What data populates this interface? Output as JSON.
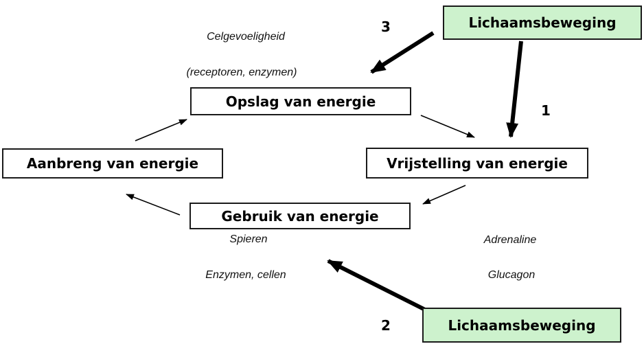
{
  "figure": {
    "colors": {
      "highlight_fill": "#cdf2cd",
      "box_fill": "#ffffff",
      "box_border": "#1a1a1a",
      "arrow": "#000000"
    },
    "boxes": {
      "lichaamsbeweging_top": "Lichaamsbeweging",
      "opslag": "Opslag van energie",
      "aanbreng": "Aanbreng van energie",
      "vrijstelling": "Vrijstelling van energie",
      "gebruik": "Gebruik van energie",
      "lichaamsbeweging_bottom": "Lichaamsbeweging"
    },
    "labels": {
      "celgevoeligheid": "Celgevoeligheid",
      "receptoren_enzymen": "(receptoren, enzymen)",
      "spieren": "Spieren",
      "enzymen_cellen": "Enzymen, cellen",
      "adrenaline": "Adrenaline",
      "glucagon": "Glucagon"
    },
    "arrow_numbers": {
      "one": "1",
      "two": "2",
      "three": "3"
    }
  }
}
